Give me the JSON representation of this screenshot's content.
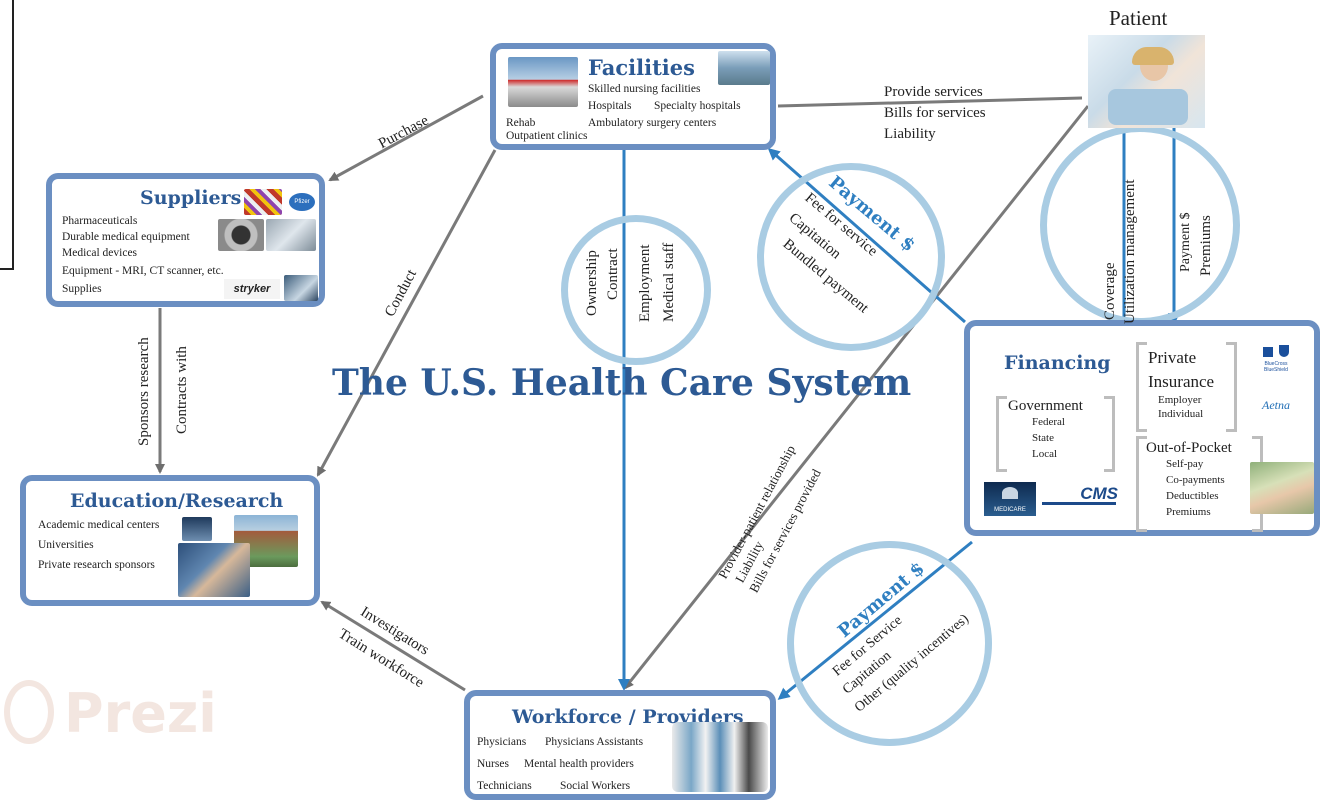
{
  "title": "The U.S. Health Care System",
  "patient": {
    "label": "Patient"
  },
  "facilities": {
    "title": "Facilities",
    "items": [
      "Skilled nursing facilities",
      "Hospitals",
      "Specialty hospitals",
      "Rehab",
      "Ambulatory surgery centers",
      "Outpatient clinics"
    ]
  },
  "suppliers": {
    "title": "Suppliers",
    "items": [
      "Pharmaceuticals",
      "Durable medical equipment",
      "Medical devices",
      "Equipment - MRI, CT scanner, etc.",
      "Supplies"
    ],
    "logos": [
      "Pfizer",
      "stryker"
    ]
  },
  "education": {
    "title": "Education/Research",
    "items": [
      "Academic medical centers",
      "Universities",
      "Private research sponsors"
    ]
  },
  "workforce": {
    "title": "Workforce / Providers",
    "items": [
      "Physicians",
      "Physicians Assistants",
      "Nurses",
      "Mental health providers",
      "Technicians",
      "Social Workers"
    ]
  },
  "financing": {
    "title": "Financing",
    "private": {
      "title": "Private Insurance",
      "items": [
        "Employer",
        "Individual"
      ]
    },
    "government": {
      "title": "Government",
      "items": [
        "Federal",
        "State",
        "Local"
      ]
    },
    "oop": {
      "title": "Out-of-Pocket",
      "items": [
        "Self-pay",
        "Co-payments",
        "Deductibles",
        "Premiums"
      ]
    },
    "logos": [
      "BlueCross BlueShield",
      "Aetna",
      "MEDICARE",
      "CMS"
    ]
  },
  "edges": {
    "purchase": "Purchase",
    "conduct": "Conduct",
    "sponsors_research": "Sponsors research",
    "contracts_with": "Contracts with",
    "investigators": "Investigators",
    "train_workforce": "Train workforce",
    "provide_services": [
      "Provide services",
      "Bills for services",
      "Liability"
    ],
    "provider_patient": [
      "Provider-patient relationship",
      "Liability",
      "Bills for services provided"
    ],
    "ownership": [
      "Ownership",
      "Contract",
      "Employment",
      "Medical staff"
    ],
    "coverage": [
      "Coverage",
      "Utilization management"
    ],
    "payment_premiums": [
      "Payment $",
      "Premiums"
    ]
  },
  "payment_top": {
    "title": "Payment $",
    "items": [
      "Fee for service",
      "Capitation",
      "Bundled payment"
    ]
  },
  "payment_bottom": {
    "title": "Payment $",
    "items": [
      "Fee for Service",
      "Capitation",
      "Other (quality incentives)"
    ]
  },
  "watermark": "Prezi",
  "colors": {
    "box_border": "#6b8fc2",
    "title_blue": "#2d5a94",
    "arrow_blue": "#2f7fc1",
    "arrow_gray": "#7a7a7a",
    "circle": "#a9cce3"
  }
}
